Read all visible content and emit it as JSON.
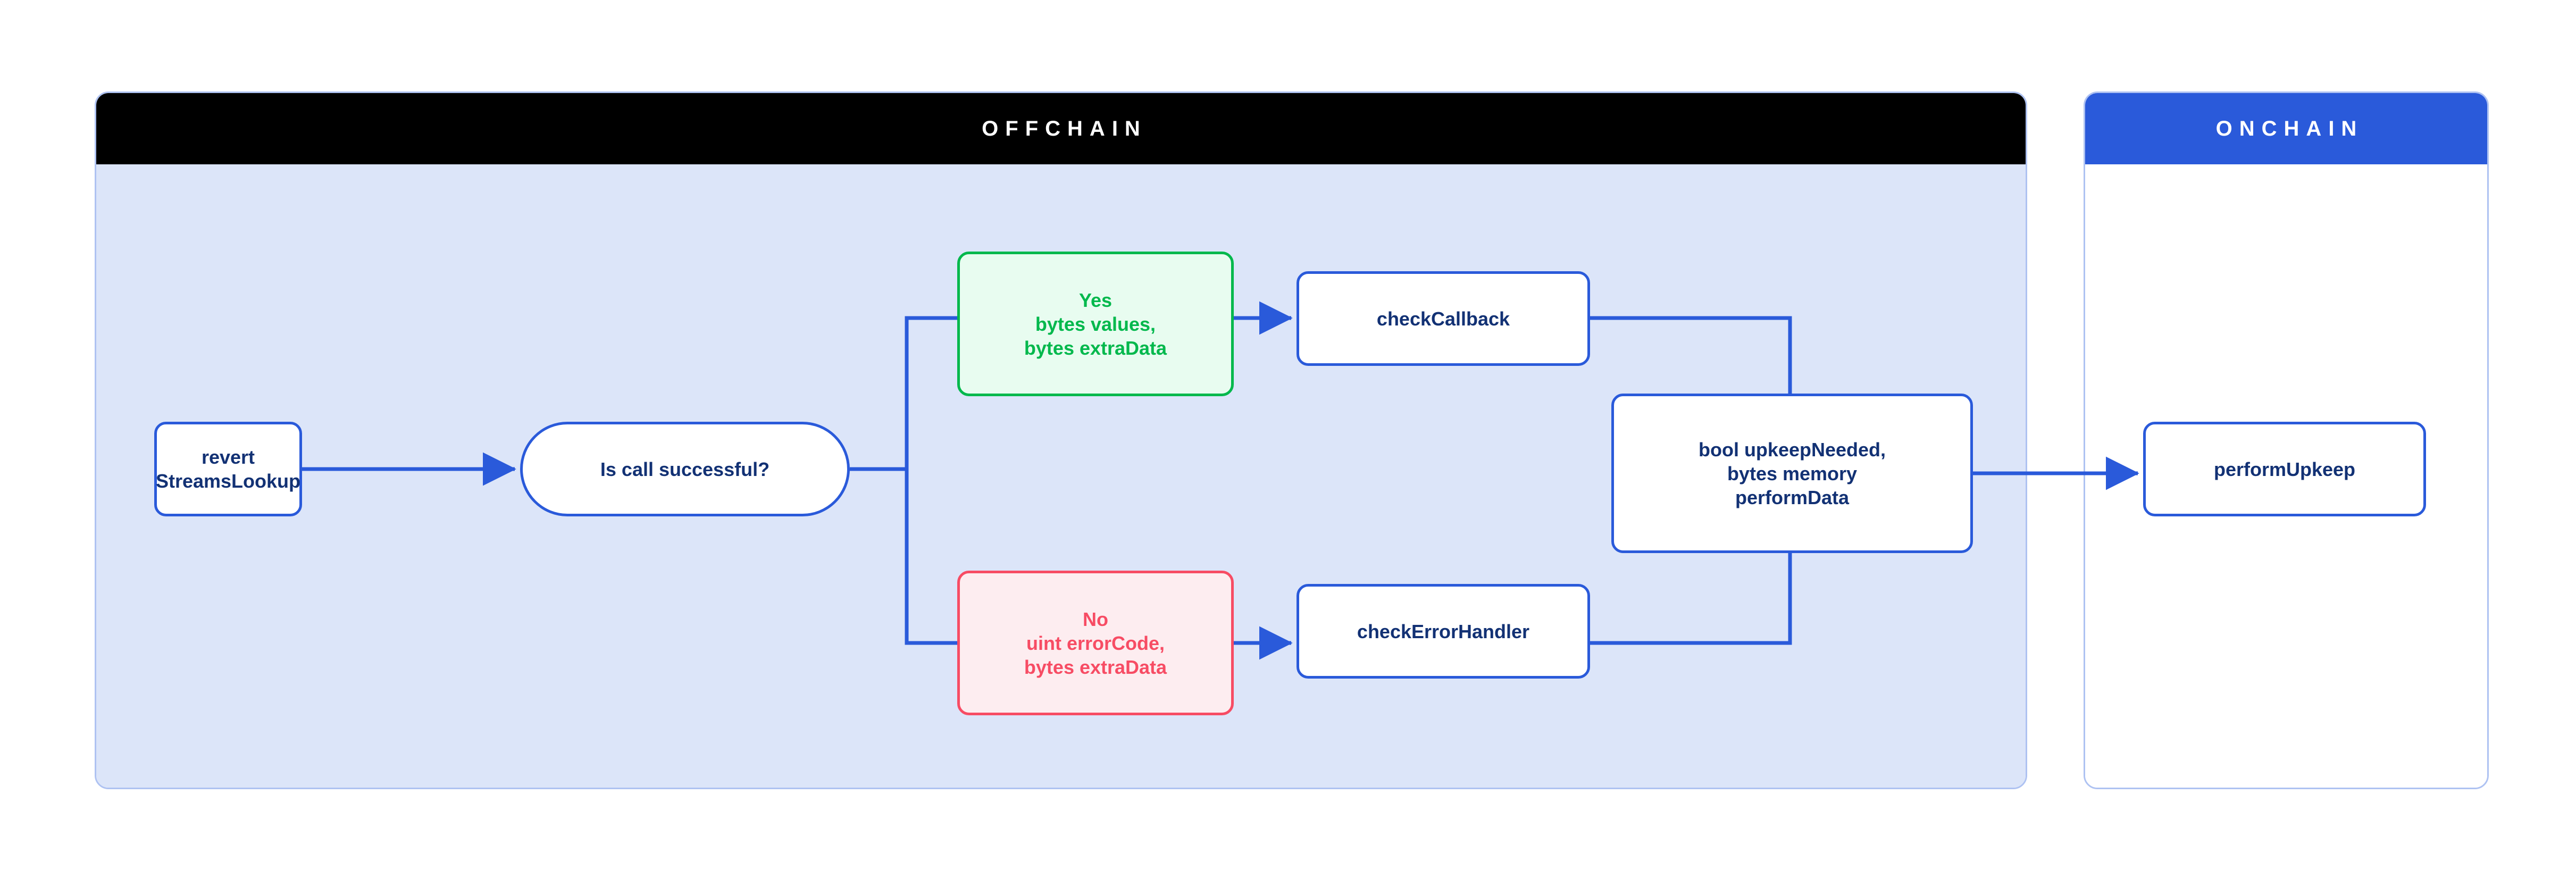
{
  "diagram": {
    "title_offchain": "OFFCHAIN",
    "title_onchain": "ONCHAIN",
    "colors": {
      "offchain_header_bg": "#000000",
      "offchain_body_bg": "#DCE5F9",
      "onchain_header_bg": "#2A5ADA",
      "onchain_body_bg": "#FFFFFF",
      "panel_border": "#AEC2F2",
      "node_border_blue": "#2A5ADA",
      "node_text_navy": "#123174",
      "success_green": "#00B84C",
      "success_green_bg": "#E8FCF0",
      "error_red": "#F74C64",
      "error_red_bg": "#FDEDF0",
      "connector_blue": "#2A5ADA"
    },
    "panels": [
      {
        "id": "offchain",
        "label": "OFFCHAIN"
      },
      {
        "id": "onchain",
        "label": "ONCHAIN"
      }
    ],
    "nodes": {
      "revert": {
        "label": "revert\nStreamsLookup",
        "shape": "rounded-rect",
        "panel": "offchain"
      },
      "decision": {
        "label": "Is call successful?",
        "shape": "pill",
        "panel": "offchain"
      },
      "yes": {
        "label": "Yes\nbytes values,\nbytes extraData",
        "shape": "rounded-rect",
        "panel": "offchain",
        "variant": "success"
      },
      "no": {
        "label": "No\nuint errorCode,\nbytes extraData",
        "shape": "rounded-rect",
        "panel": "offchain",
        "variant": "error"
      },
      "check_callback": {
        "label": "checkCallback",
        "shape": "rounded-rect",
        "panel": "offchain"
      },
      "check_error_handler": {
        "label": "checkErrorHandler",
        "shape": "rounded-rect",
        "panel": "offchain"
      },
      "upkeep_needed": {
        "label": "bool upkeepNeeded,\nbytes memory\nperformData",
        "shape": "rounded-rect",
        "panel": "offchain"
      },
      "perform_upkeep": {
        "label": "performUpkeep",
        "shape": "rounded-rect",
        "panel": "onchain"
      }
    },
    "edges": [
      {
        "from": "revert",
        "to": "decision",
        "arrow": true
      },
      {
        "from": "decision",
        "to": "yes",
        "arrow": false
      },
      {
        "from": "decision",
        "to": "no",
        "arrow": false
      },
      {
        "from": "yes",
        "to": "check_callback",
        "arrow": true
      },
      {
        "from": "no",
        "to": "check_error_handler",
        "arrow": true
      },
      {
        "from": "check_callback",
        "to": "upkeep_needed",
        "arrow": false
      },
      {
        "from": "check_error_handler",
        "to": "upkeep_needed",
        "arrow": false
      },
      {
        "from": "upkeep_needed",
        "to": "perform_upkeep",
        "arrow": true
      }
    ]
  }
}
